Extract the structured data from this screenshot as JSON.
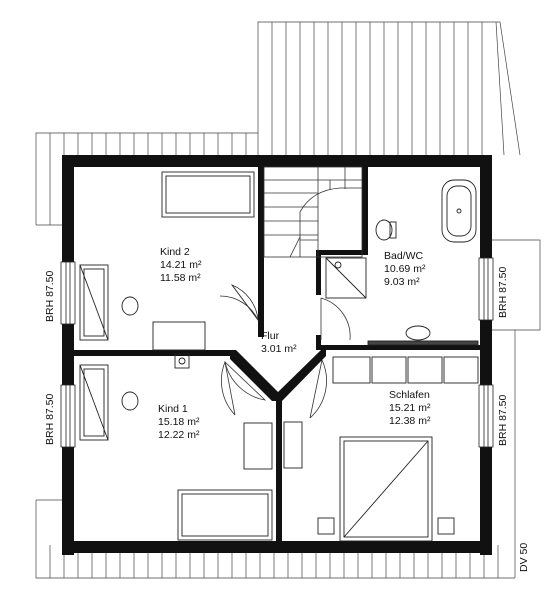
{
  "rooms": {
    "kind2": {
      "name": "Kind 2",
      "area_gross": "14.21 m²",
      "area_net": "11.58 m²"
    },
    "bad": {
      "name": "Bad/WC",
      "area_gross": "10.69 m²",
      "area_net": "9.03 m²"
    },
    "flur": {
      "name": "Flur",
      "area_gross": "3.01 m²"
    },
    "kind1": {
      "name": "Kind 1",
      "area_gross": "15.18 m²",
      "area_net": "12.22 m²"
    },
    "schlafen": {
      "name": "Schlafen",
      "area_gross": "15.21 m²",
      "area_net": "12.38 m²"
    }
  },
  "windows": {
    "left_top": "BRH 87.50",
    "left_bottom": "BRH 87.50",
    "right_top": "BRH 87.50",
    "right_bottom": "BRH 87.50"
  },
  "section_marker": "DV 50",
  "colors": {
    "wall": "#111111",
    "line": "#333333",
    "background": "#ffffff"
  }
}
